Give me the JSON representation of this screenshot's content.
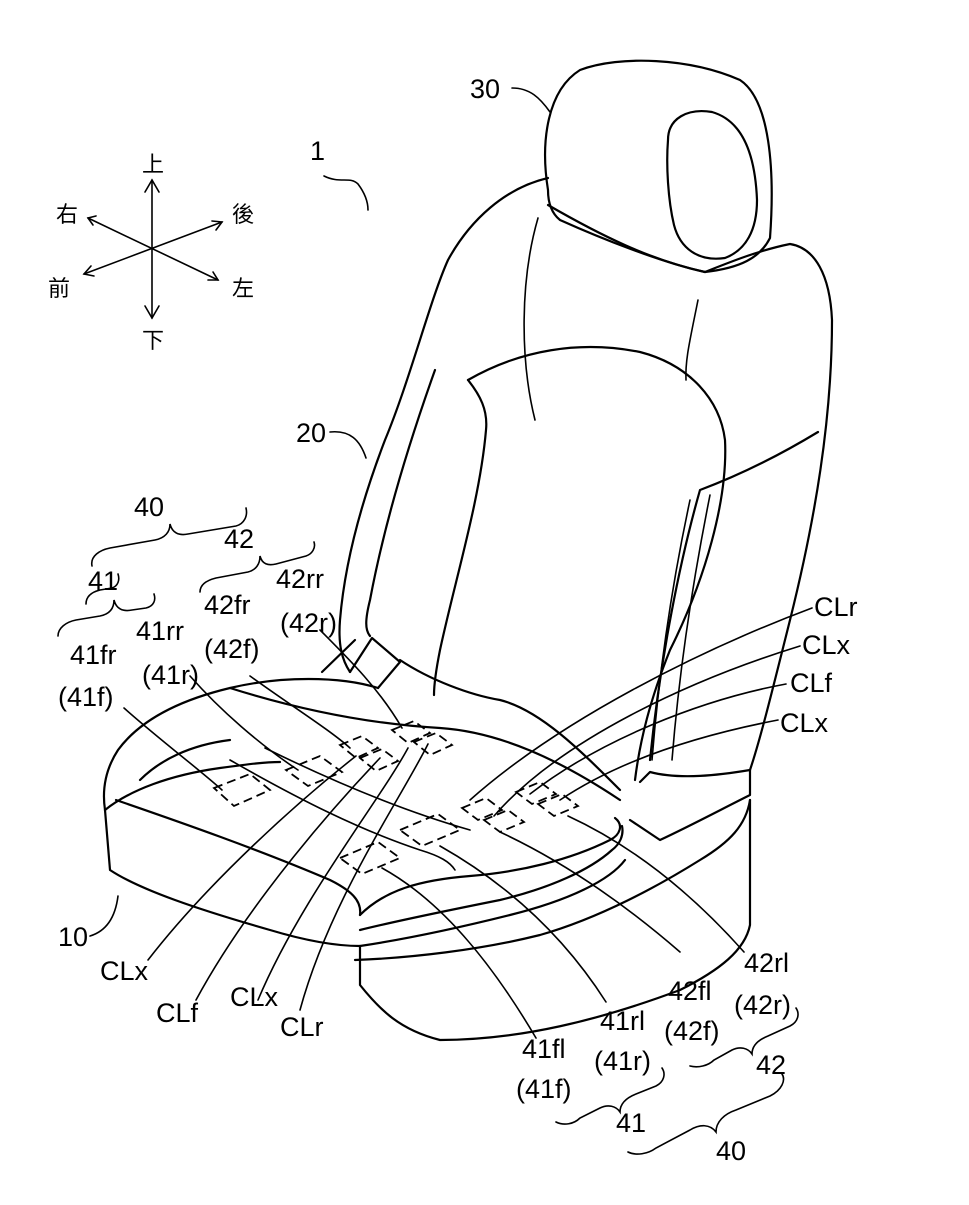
{
  "directions": {
    "up": "上",
    "down": "下",
    "right": "右",
    "front": "前",
    "rear": "後",
    "left": "左"
  },
  "labels": {
    "seat": "1",
    "cushion": "10",
    "back": "20",
    "headrest": "30",
    "ctrl_top": "40",
    "ctrl_bottom": "40",
    "grp41_top": "41",
    "grp41_bottom": "41",
    "grp42_top": "42",
    "grp42_bottom": "42",
    "l41fr": "41fr",
    "l41fr_sub": "(41f)",
    "l41rr": "41rr",
    "l41rr_sub": "(41r)",
    "l42fr": "42fr",
    "l42fr_sub": "(42f)",
    "l42rr": "42rr",
    "l42rr_sub": "(42r)",
    "l41fl": "41fl",
    "l41fl_sub": "(41f)",
    "l41rl": "41rl",
    "l41rl_sub": "(41r)",
    "l42fl": "42fl",
    "l42fl_sub": "(42f)",
    "l42rl": "42rl",
    "l42rl_sub": "(42r)",
    "clr_right": "CLr",
    "clx_right_1": "CLx",
    "clf_right": "CLf",
    "clx_right_2": "CLx",
    "clx_left_1": "CLx",
    "clf_left": "CLf",
    "clx_left_2": "CLx",
    "clr_left": "CLr"
  }
}
